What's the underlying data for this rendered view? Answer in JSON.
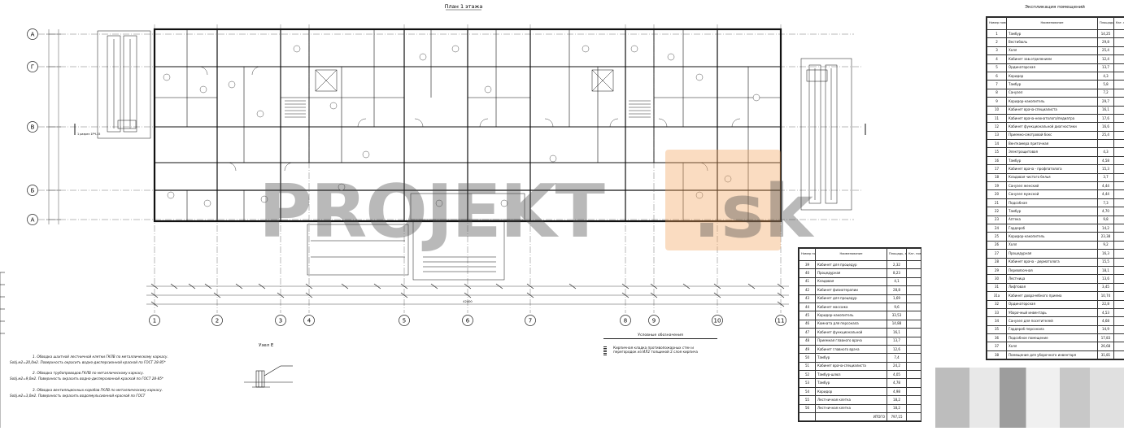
{
  "plan": {
    "title": "План 1 этажа",
    "axes_letters": [
      "А",
      "Г",
      "В",
      "Б",
      "А"
    ],
    "axes_numbers": [
      "1",
      "2",
      "3",
      "4",
      "5",
      "6",
      "7",
      "8",
      "9",
      "10",
      "11"
    ],
    "overall_dim": "42400",
    "section_mark": "1 разрез 1РЧ-15"
  },
  "watermark": {
    "main": "PROJEKT",
    "suffix": ".sk"
  },
  "detail": {
    "title": "Узел Е"
  },
  "legend": {
    "title": "Условные обозначения",
    "item": "Кирпичная кладка противопожарных стен и перегородок из ИЛ2 толщиной 2 слоя кирпича"
  },
  "notes": [
    {
      "title": "1. Обводка шахтной лестничной клетки ГКЛВ по металлическому каркасу.",
      "text": "Sobj.м2=20,0м2. Поверхность окрасить водно-дисперсионной краской по ГОСТ 28-85*"
    },
    {
      "title": "2. Обводка трубопроводов ГКЛВ по металлическому каркасу.",
      "text": "Sobj.м2=9,0м2. Поверхность окрасить водно-дисперсионной краской по ГОСТ 28-85*"
    },
    {
      "title": "3. Обводка вентиляционных коробов ГКЛВ по металлическому каркасу.",
      "text": "Sobj.м2=3,0м2. Поверхность окрасить водоэмульсионной краской по ГОСТ"
    }
  ],
  "explication_right": {
    "caption": "Экспликация помещений",
    "headers": [
      "Номер поме- щения",
      "Наименование",
      "Площадь, м²",
      "Кат. поме- щения"
    ],
    "rows": [
      [
        "1",
        "Тамбур",
        "14,25",
        ""
      ],
      [
        "2",
        "Вестибюль",
        "29,8",
        ""
      ],
      [
        "3",
        "Холл",
        "25,4",
        ""
      ],
      [
        "4",
        "Кабинет зав.отделением",
        "12,4",
        ""
      ],
      [
        "5",
        "Ординаторская",
        "13,7",
        ""
      ],
      [
        "6",
        "Коридор",
        "4,3",
        ""
      ],
      [
        "7",
        "Тамбур",
        "5,8",
        ""
      ],
      [
        "8",
        "Санузел",
        "7,2",
        ""
      ],
      [
        "9",
        "Коридор-накопитель",
        "29,7",
        ""
      ],
      [
        "10",
        "Кабинет врача-специалиста",
        "16,1",
        ""
      ],
      [
        "11",
        "Кабинет врача-неонатолога/педиатра",
        "17,6",
        ""
      ],
      [
        "12",
        "Кабинет функциональной диагностики",
        "16,6",
        ""
      ],
      [
        "13",
        "Приемно-смотровой бокс",
        "25,4",
        ""
      ],
      [
        "14",
        "Венткамера приточная",
        "",
        ""
      ],
      [
        "15",
        "Электрощитовая",
        "4,3",
        ""
      ],
      [
        "16",
        "Тамбур",
        "4,58",
        ""
      ],
      [
        "17",
        "Кабинет врача - профпатолога",
        "15,3",
        ""
      ],
      [
        "18",
        "Кладовая чистого белья",
        "3,7",
        ""
      ],
      [
        "19",
        "Санузел женский",
        "4,44",
        ""
      ],
      [
        "20",
        "Санузел мужской",
        "4,44",
        ""
      ],
      [
        "21",
        "Подсобная",
        "7,3",
        ""
      ],
      [
        "22",
        "Тамбур",
        "4,70",
        ""
      ],
      [
        "23",
        "Аптека",
        "9,8",
        ""
      ],
      [
        "24",
        "Гардероб",
        "14,2",
        ""
      ],
      [
        "25",
        "Коридор-накопитель",
        "23,38",
        ""
      ],
      [
        "26",
        "Холл",
        "9,2",
        ""
      ],
      [
        "27",
        "Процедурная",
        "16,3",
        ""
      ],
      [
        "28",
        "Кабинет врача - дерматолога",
        "15,5",
        ""
      ],
      [
        "29",
        "Перевязочная",
        "18,1",
        ""
      ],
      [
        "30",
        "Лестница",
        "13,6",
        ""
      ],
      [
        "31",
        "Лифтовая",
        "3,45",
        ""
      ],
      [
        "31а",
        "Кабинет доврачебного приема",
        "10,74",
        ""
      ],
      [
        "32",
        "Ординаторская",
        "22,8",
        ""
      ],
      [
        "33",
        "Уборочный инвентарь",
        "4,53",
        ""
      ],
      [
        "34",
        "Санузел для посетителей",
        "4,68",
        ""
      ],
      [
        "35",
        "Гардероб персонала",
        "14,9",
        ""
      ],
      [
        "36",
        "Подсобное помещение",
        "17,83",
        ""
      ],
      [
        "37",
        "Холл",
        "26,68",
        ""
      ],
      [
        "38",
        "Помещение для уборочного инвентаря",
        "31,81",
        ""
      ]
    ]
  },
  "explication_mid": {
    "headers": [
      "Номер поме- щения",
      "Наименование",
      "Площадь, м²",
      "Кат. поме- щения"
    ],
    "rows": [
      [
        "39",
        "Кабинет для процедур",
        "2,32",
        ""
      ],
      [
        "40",
        "Процедурная",
        "8,23",
        ""
      ],
      [
        "41",
        "Кладовая",
        "4,1",
        ""
      ],
      [
        "42",
        "Кабинет физиотерапии",
        "28,8",
        ""
      ],
      [
        "43",
        "Кабинет для процедур",
        "1,69",
        ""
      ],
      [
        "44",
        "Кабинет массажа",
        "9,6",
        ""
      ],
      [
        "45",
        "Коридор-накопитель",
        "33,53",
        ""
      ],
      [
        "46",
        "Комната для персонала",
        "14,88",
        ""
      ],
      [
        "47",
        "Кабинет функциональной",
        "16,1",
        ""
      ],
      [
        "48",
        "Приемная главного врача",
        "13,7",
        ""
      ],
      [
        "49",
        "Кабинет главного врача",
        "12,6",
        ""
      ],
      [
        "50",
        "Тамбур",
        "7,4",
        ""
      ],
      [
        "51",
        "Кабинет врача-специалиста",
        "24,2",
        ""
      ],
      [
        "52",
        "Тамбур-шлюз",
        "4,05",
        ""
      ],
      [
        "53",
        "Тамбур",
        "4,78",
        ""
      ],
      [
        "54",
        "Коридор",
        "4,98",
        ""
      ],
      [
        "55",
        "Лестничная клетка",
        "18,2",
        ""
      ],
      [
        "56",
        "Лестничная клетка",
        "18,2",
        ""
      ]
    ],
    "total_label": "ИТОГО",
    "total_value": "797,15"
  }
}
